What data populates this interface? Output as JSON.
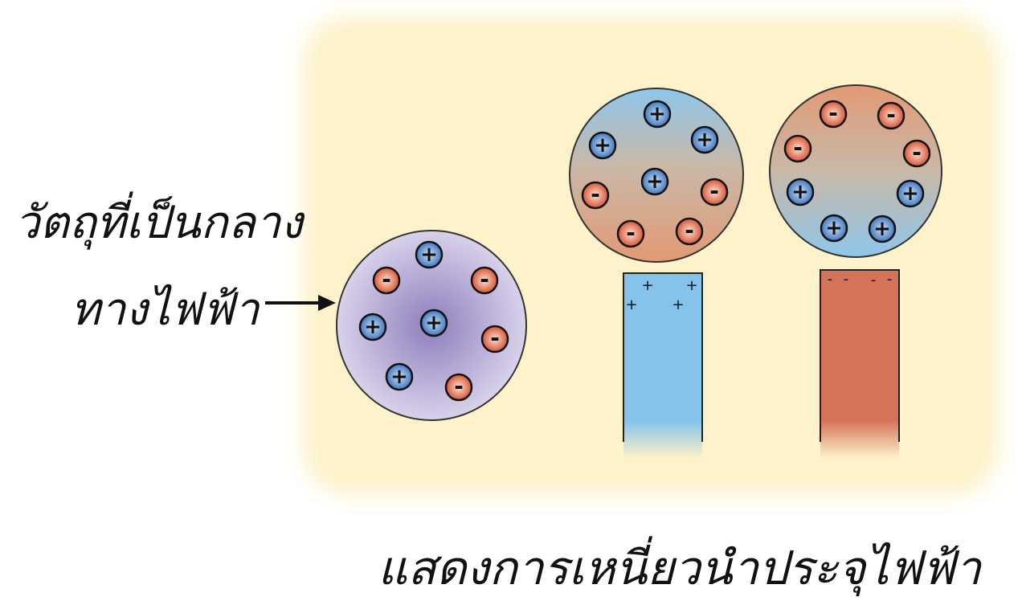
{
  "labels": {
    "neutral_line1": "วัตถุที่เป็นกลาง",
    "neutral_line2": "ทางไฟฟ้า",
    "caption": "แสดงการเหนี่ยวนำประจุไฟฟ้า"
  },
  "charge_symbols": {
    "positive": "+",
    "negative": "-"
  },
  "colors": {
    "positive_charge": "#4f86c6",
    "negative_charge": "#d9603f",
    "neutral_sphere": "#9b8bc2",
    "positive_region": "#8ec6ea",
    "negative_region": "#e09a78",
    "positive_rod": "#85c3ea",
    "negative_rod": "#d4735a",
    "background_panel": "#fdf2c9"
  }
}
